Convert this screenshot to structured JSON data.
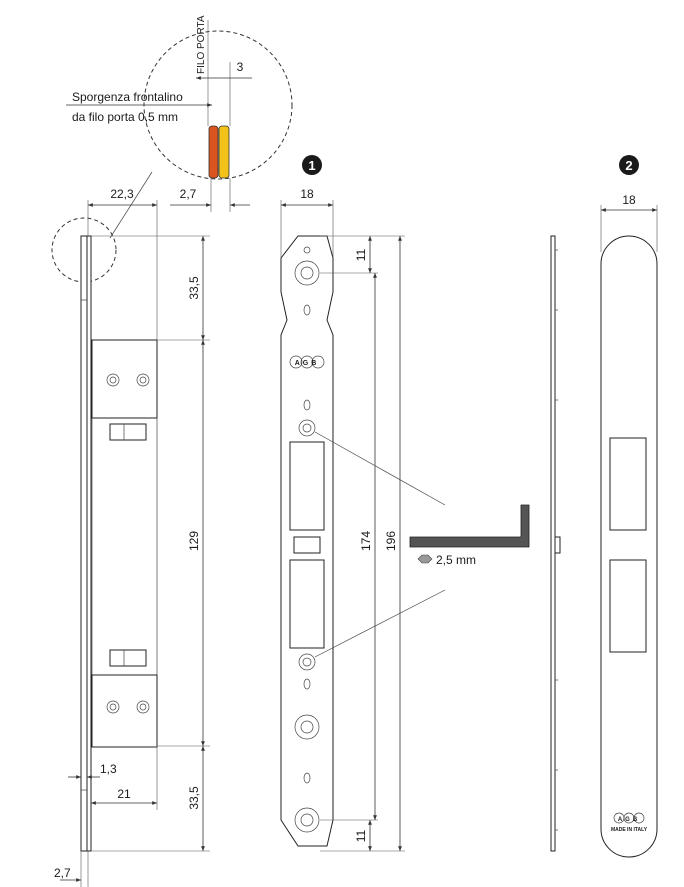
{
  "detail": {
    "vertical_label": "FILO PORTA",
    "note_line1": "Sporgenza frontalino",
    "note_line2": "da filo porta 0,5 mm",
    "dim_top": "3",
    "colors": {
      "orange": "#d9541e",
      "yellow": "#f2c21b"
    }
  },
  "side_view": {
    "dim_22_3": "22,3",
    "dim_2_7_top": "2,7",
    "dim_33_5_top": "33,5",
    "dim_129": "129",
    "dim_33_5_bottom": "33,5",
    "dim_1_3": "1,3",
    "dim_21": "21",
    "dim_2_7_bottom": "2,7"
  },
  "plate_1": {
    "badge": "1",
    "width": "18",
    "dim_11_top": "11",
    "dim_174": "174",
    "dim_196": "196",
    "dim_11_bottom": "11",
    "logo": "AGB"
  },
  "key": {
    "label": "2,5 mm"
  },
  "plate_2": {
    "badge": "2",
    "width": "18",
    "logo": "AGB",
    "made_in": "MADE IN ITALY"
  }
}
